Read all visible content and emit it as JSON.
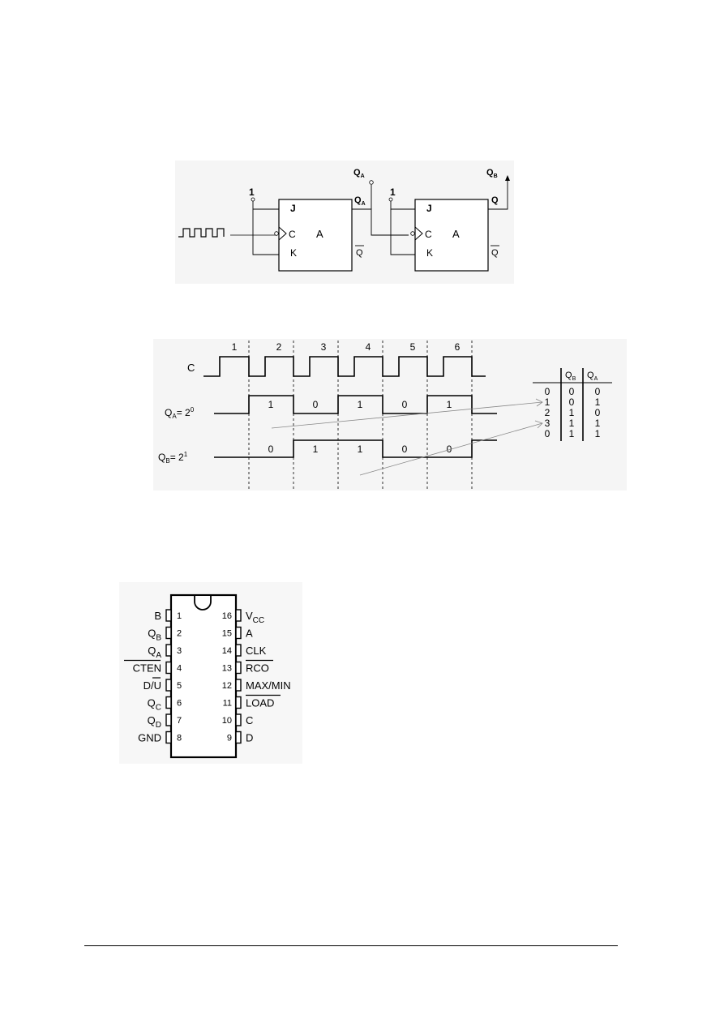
{
  "counter_circuit": {
    "ff1": {
      "j": "J",
      "c": "C",
      "k": "K",
      "name": "A",
      "q": "Q",
      "q_sub": "A",
      "qbar": "Q"
    },
    "ff2": {
      "j": "J",
      "c": "C",
      "k": "K",
      "name": "A",
      "q": "Q",
      "qbar": "Q"
    },
    "tie_high_1": "1",
    "tie_high_2": "1",
    "out_a": {
      "main": "Q",
      "sub": "A"
    },
    "out_b": {
      "main": "Q",
      "sub": "B"
    }
  },
  "timing_diagram": {
    "clock_label": "C",
    "pulse_numbers": [
      "1",
      "2",
      "3",
      "4",
      "5",
      "6"
    ],
    "qa_label": {
      "main": "Q",
      "sub": "A",
      "eq": "= 2",
      "sup": "0"
    },
    "qb_label": {
      "main": "Q",
      "sub": "B",
      "eq": "= 2",
      "sup": "1"
    },
    "qa_values": [
      "1",
      "0",
      "1",
      "0",
      "1"
    ],
    "qb_values": [
      "0",
      "1",
      "1",
      "0",
      "0"
    ]
  },
  "state_table": {
    "headers": [
      {
        "main": "Q",
        "sub": "B"
      },
      {
        "main": "Q",
        "sub": "A"
      }
    ],
    "rows": [
      [
        "0",
        "0",
        "0"
      ],
      [
        "1",
        "0",
        "1"
      ],
      [
        "2",
        "1",
        "0"
      ],
      [
        "3",
        "1",
        "1"
      ],
      [
        "0",
        "1",
        "1"
      ]
    ]
  },
  "ic_pinout": {
    "left_pins": [
      {
        "num": "1",
        "label": "B"
      },
      {
        "num": "2",
        "label": "Q",
        "sub": "B"
      },
      {
        "num": "3",
        "label": "Q",
        "sub": "A"
      },
      {
        "num": "4",
        "label": "CTEN"
      },
      {
        "num": "5",
        "label": "D/",
        "label2": "U"
      },
      {
        "num": "6",
        "label": "Q",
        "sub": "C"
      },
      {
        "num": "7",
        "label": "Q",
        "sub": "D"
      },
      {
        "num": "8",
        "label": "GND"
      }
    ],
    "right_pins": [
      {
        "num": "16",
        "label": "V",
        "sub": "CC"
      },
      {
        "num": "15",
        "label": "A"
      },
      {
        "num": "14",
        "label": "CLK"
      },
      {
        "num": "13",
        "label": "RCO"
      },
      {
        "num": "12",
        "label": "MAX/MIN"
      },
      {
        "num": "11",
        "label": "LOAD"
      },
      {
        "num": "10",
        "label": "C"
      },
      {
        "num": "9",
        "label": "D"
      }
    ]
  }
}
